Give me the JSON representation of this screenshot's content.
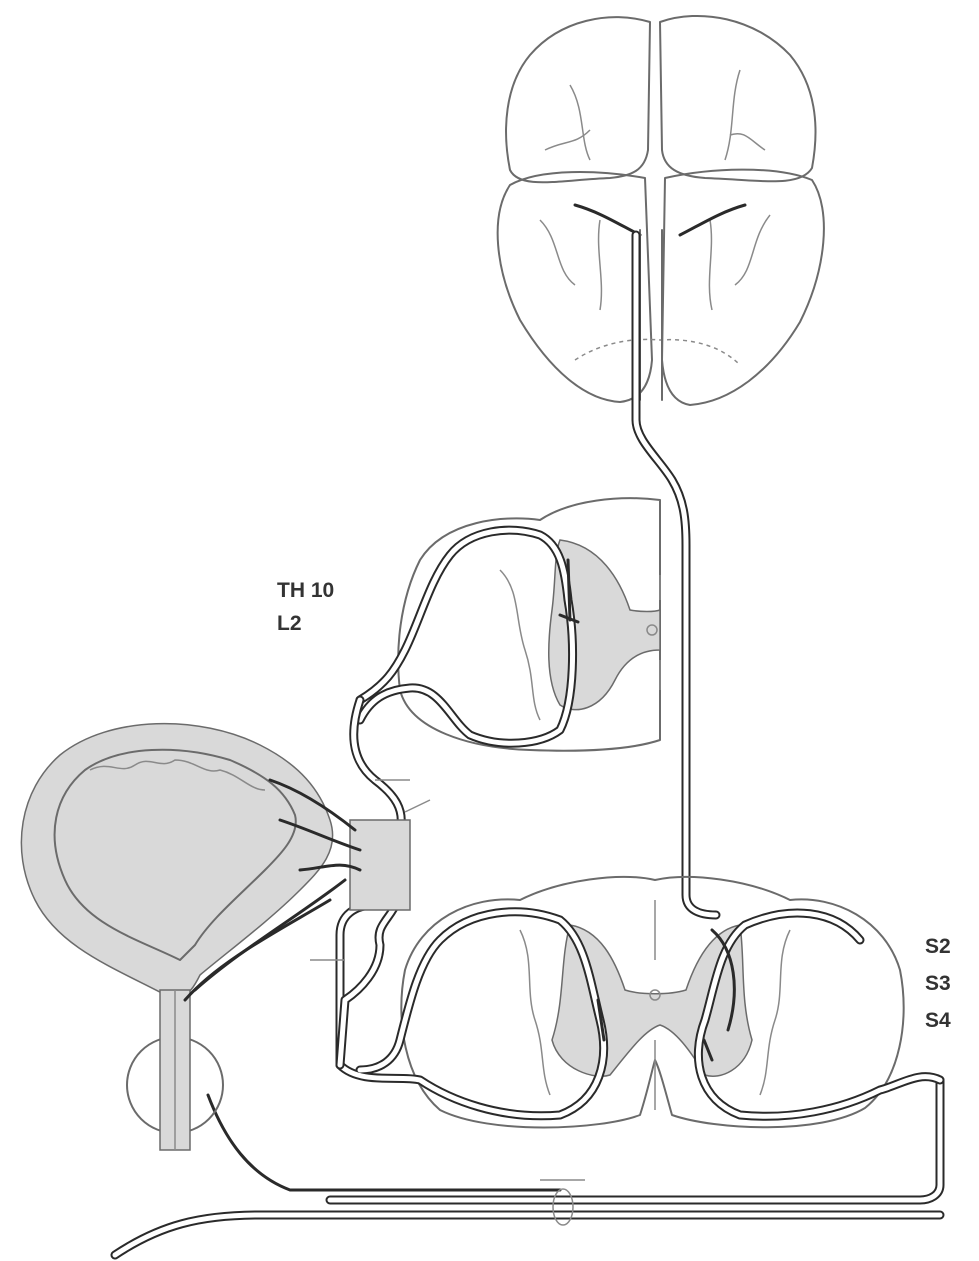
{
  "labels": {
    "upper_segment_1": "TH 10",
    "upper_segment_2": "L2",
    "sacral_1": "S2",
    "sacral_2": "S3",
    "sacral_3": "S4"
  },
  "structures": {
    "brain": "brain-icon",
    "thoracolumbar_cord": "spinal-cord-section-icon",
    "sacral_cord": "spinal-cord-section-icon",
    "bladder": "bladder-icon",
    "sphincter": "sphincter-icon"
  },
  "colors": {
    "outline": "#6b6b6b",
    "nerve": "#2a2a2a",
    "gray_matter": "#d9d9d9",
    "background": "#ffffff"
  }
}
